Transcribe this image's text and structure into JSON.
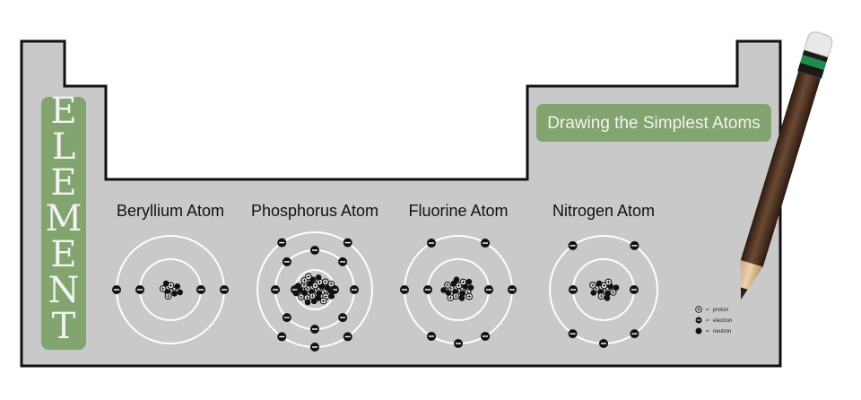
{
  "side_label": "ELEMENT",
  "banner": {
    "title": "Drawing the Simplest Atoms"
  },
  "atoms": [
    {
      "name": "Beryllium Atom",
      "shells": [
        2,
        2
      ],
      "nucleus": {
        "protons": 4,
        "neutrons": 5
      }
    },
    {
      "name": "Phosphorus Atom",
      "shells": [
        2,
        8,
        5
      ],
      "nucleus": {
        "protons": 15,
        "neutrons": 16
      }
    },
    {
      "name": "Fluorine Atom",
      "shells": [
        2,
        7
      ],
      "nucleus": {
        "protons": 9,
        "neutrons": 10
      }
    },
    {
      "name": "Nitrogen Atom",
      "shells": [
        2,
        5
      ],
      "nucleus": {
        "protons": 7,
        "neutrons": 7
      }
    }
  ],
  "legend": [
    {
      "symbol": "proton-symbol",
      "label": "proton"
    },
    {
      "symbol": "electron-symbol",
      "label": "electron"
    },
    {
      "symbol": "neutron-symbol",
      "label": "neutron"
    }
  ],
  "colors": {
    "board": "#c9c9c9",
    "green": "#82a46e",
    "orbit": "#ffffff",
    "particle": "#111111",
    "pencil_wood": "#4a3020",
    "pencil_band": "#1e8c4a"
  },
  "icons": {
    "pencil": "pencil-icon"
  }
}
